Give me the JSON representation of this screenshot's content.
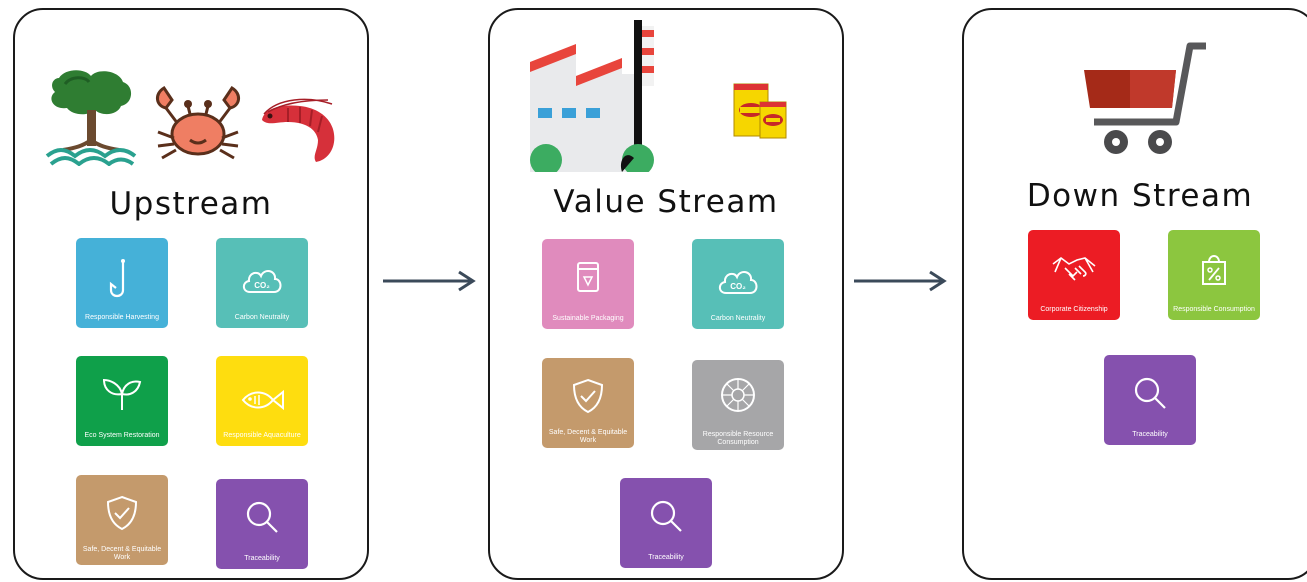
{
  "colors": {
    "blue": "#45b1d8",
    "teal": "#57bfb7",
    "green": "#0fa04a",
    "yellow": "#fedd0f",
    "tan": "#c49a6c",
    "purple": "#8551ae",
    "pink": "#e08bbd",
    "grey": "#a6a6a8",
    "red": "#ec1c24",
    "lime": "#8cc63f",
    "arrow": "#3b4a5a"
  },
  "upstream": {
    "title": "Upstream",
    "illustrations": [
      "tree-icon",
      "crab-icon",
      "shrimp-icon"
    ],
    "tiles": [
      {
        "label": "Responsible Harvesting",
        "icon": "fishhook-icon",
        "color": "blue"
      },
      {
        "label": "Carbon Neutrality",
        "icon": "co2-cloud-icon",
        "color": "teal"
      },
      {
        "label": "Eco System Restoration",
        "icon": "sprout-icon",
        "color": "green"
      },
      {
        "label": "Responsible Aquaculture",
        "icon": "fish-icon",
        "color": "yellow"
      },
      {
        "label": "Safe, Decent & Equitable Work",
        "icon": "shield-check-icon",
        "color": "tan"
      },
      {
        "label": "Traceability",
        "icon": "magnifier-icon",
        "color": "purple"
      }
    ]
  },
  "value_stream": {
    "title": "Value Stream",
    "illustrations": [
      "factory-icon",
      "product-packs-icon"
    ],
    "tiles": [
      {
        "label": "Sustainable Packaging",
        "icon": "package-icon",
        "color": "pink"
      },
      {
        "label": "Carbon Neutrality",
        "icon": "co2-cloud-icon",
        "color": "teal"
      },
      {
        "label": "Safe, Decent & Equitable Work",
        "icon": "shield-check-icon",
        "color": "tan"
      },
      {
        "label": "Responsible Resource Consumption",
        "icon": "resource-globe-icon",
        "color": "grey"
      },
      {
        "label": "Traceability",
        "icon": "magnifier-icon",
        "color": "purple"
      }
    ]
  },
  "downstream": {
    "title": "Down Stream",
    "illustrations": [
      "shopping-cart-icon"
    ],
    "tiles": [
      {
        "label": "Corporate Citizenship",
        "icon": "handshake-icon",
        "color": "red"
      },
      {
        "label": "Responsible Consumption",
        "icon": "shopping-bag-percent-icon",
        "color": "lime"
      },
      {
        "label": "Traceability",
        "icon": "magnifier-icon",
        "color": "purple"
      }
    ]
  },
  "arrows": [
    "arrow-right-icon",
    "arrow-right-icon"
  ]
}
